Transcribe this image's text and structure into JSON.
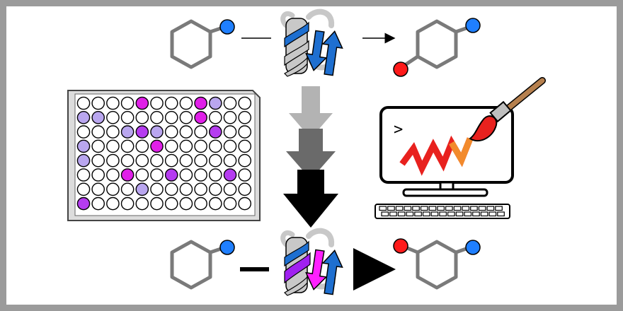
{
  "figure": {
    "terminal_prompt": ">",
    "colors": {
      "frame_border": "#9b9b9b",
      "substituent_blue": "#1f7fff",
      "substituent_red": "#ff1a1a",
      "ring_gray": "#7a7a7a",
      "protein_gray": "#c8c8c8",
      "helix_blue": "#1e6fd0",
      "helix_purple": "#a020f0",
      "strand_magenta": "#ff20ff",
      "arrow_light": "#b3b3b3",
      "arrow_mid": "#6a6a6a",
      "arrow_dark": "#000000",
      "well_empty": "#ffffff",
      "well_lavender": "#b9a6ef",
      "well_purple": "#b53cf0",
      "well_magenta": "#e020e8",
      "plate_gray": "#dcdcdc",
      "ribbon_red": "#e8211e",
      "ribbon_orange": "#f28a2c"
    },
    "plate": {
      "rows": 8,
      "cols": 12,
      "well_states": [
        "000020002100",
        "110000002000",
        "000131000300",
        "100002000000",
        "100000000000",
        "000200300030",
        "000010000000",
        "300000000000"
      ]
    },
    "icons": [
      "substrate-cyclohexyl-icon",
      "enzyme-wildtype-icon",
      "product-para-icon",
      "well-plate-screen-icon",
      "computer-design-icon",
      "paintbrush-icon",
      "enzyme-engineered-icon",
      "product-meta-icon"
    ]
  }
}
